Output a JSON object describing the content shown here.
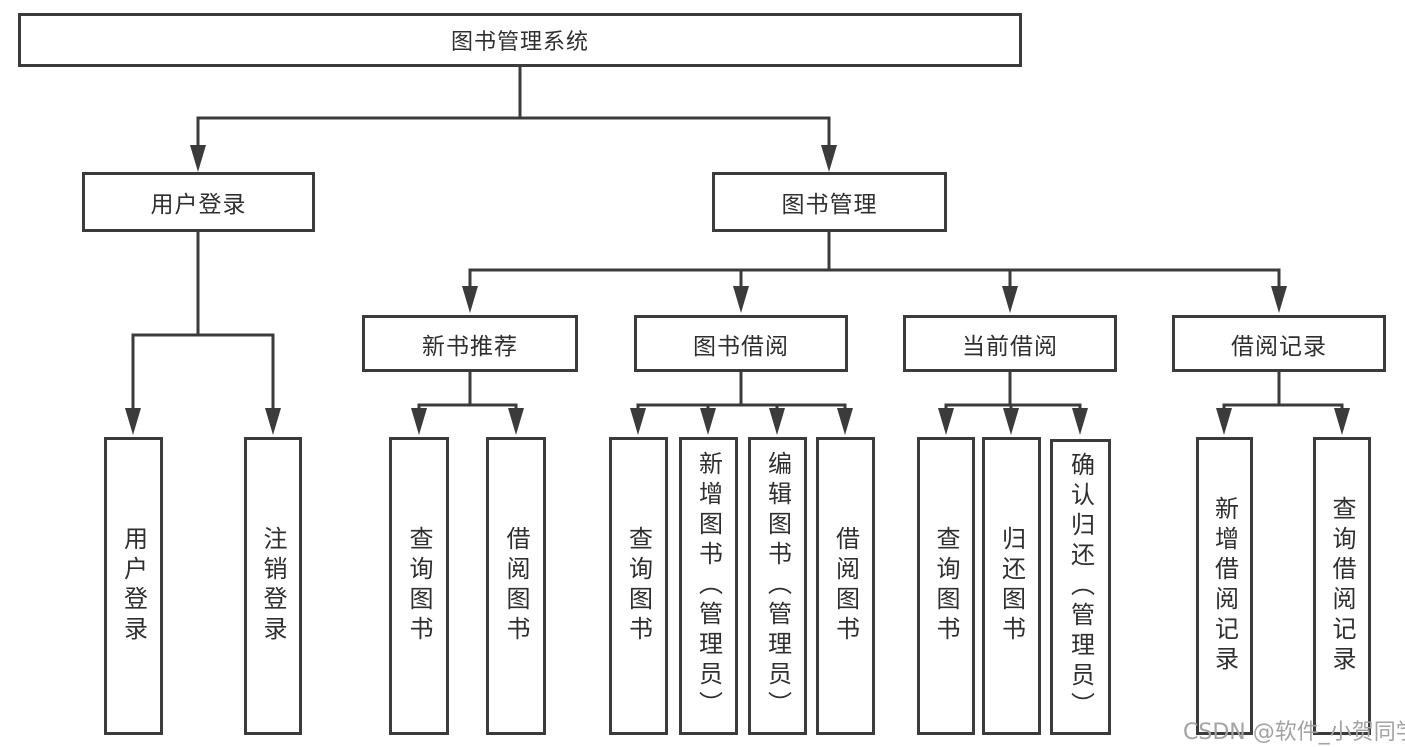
{
  "colors": {
    "line": "#3b3b3b",
    "text": "#2f2f2f",
    "background": "#ffffff",
    "watermark": "#a3a3a3"
  },
  "watermark": {
    "text": "CSDN @软件_小贺同学"
  },
  "tree": {
    "label": "图书管理系统",
    "children": [
      {
        "label": "用户登录",
        "children": [
          {
            "label": "用户登录"
          },
          {
            "label": "注销登录"
          }
        ]
      },
      {
        "label": "图书管理",
        "children": [
          {
            "label": "新书推荐",
            "children": [
              {
                "label": "查询图书"
              },
              {
                "label": "借阅图书"
              }
            ]
          },
          {
            "label": "图书借阅",
            "children": [
              {
                "label": "查询图书"
              },
              {
                "label": "新增图书（管理员）"
              },
              {
                "label": "编辑图书（管理员）"
              },
              {
                "label": "借阅图书"
              }
            ]
          },
          {
            "label": "当前借阅",
            "children": [
              {
                "label": "查询图书"
              },
              {
                "label": "归还图书"
              },
              {
                "label": "确认归还（管理员）"
              }
            ]
          },
          {
            "label": "借阅记录",
            "children": [
              {
                "label": "新增借阅记录"
              },
              {
                "label": "查询借阅记录"
              }
            ]
          }
        ]
      }
    ]
  }
}
